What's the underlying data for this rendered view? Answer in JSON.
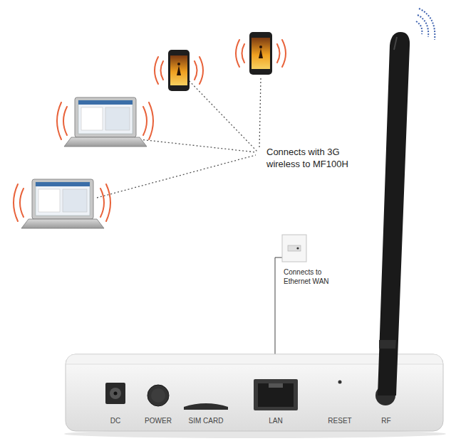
{
  "diagram": {
    "labels": [
      "Connects with 3G wireless to MF100H",
      "Connects to Ethernet WAN",
      "DC",
      "POWER",
      "SIM CARD",
      "LAN",
      "RESET",
      "RF"
    ]
  }
}
